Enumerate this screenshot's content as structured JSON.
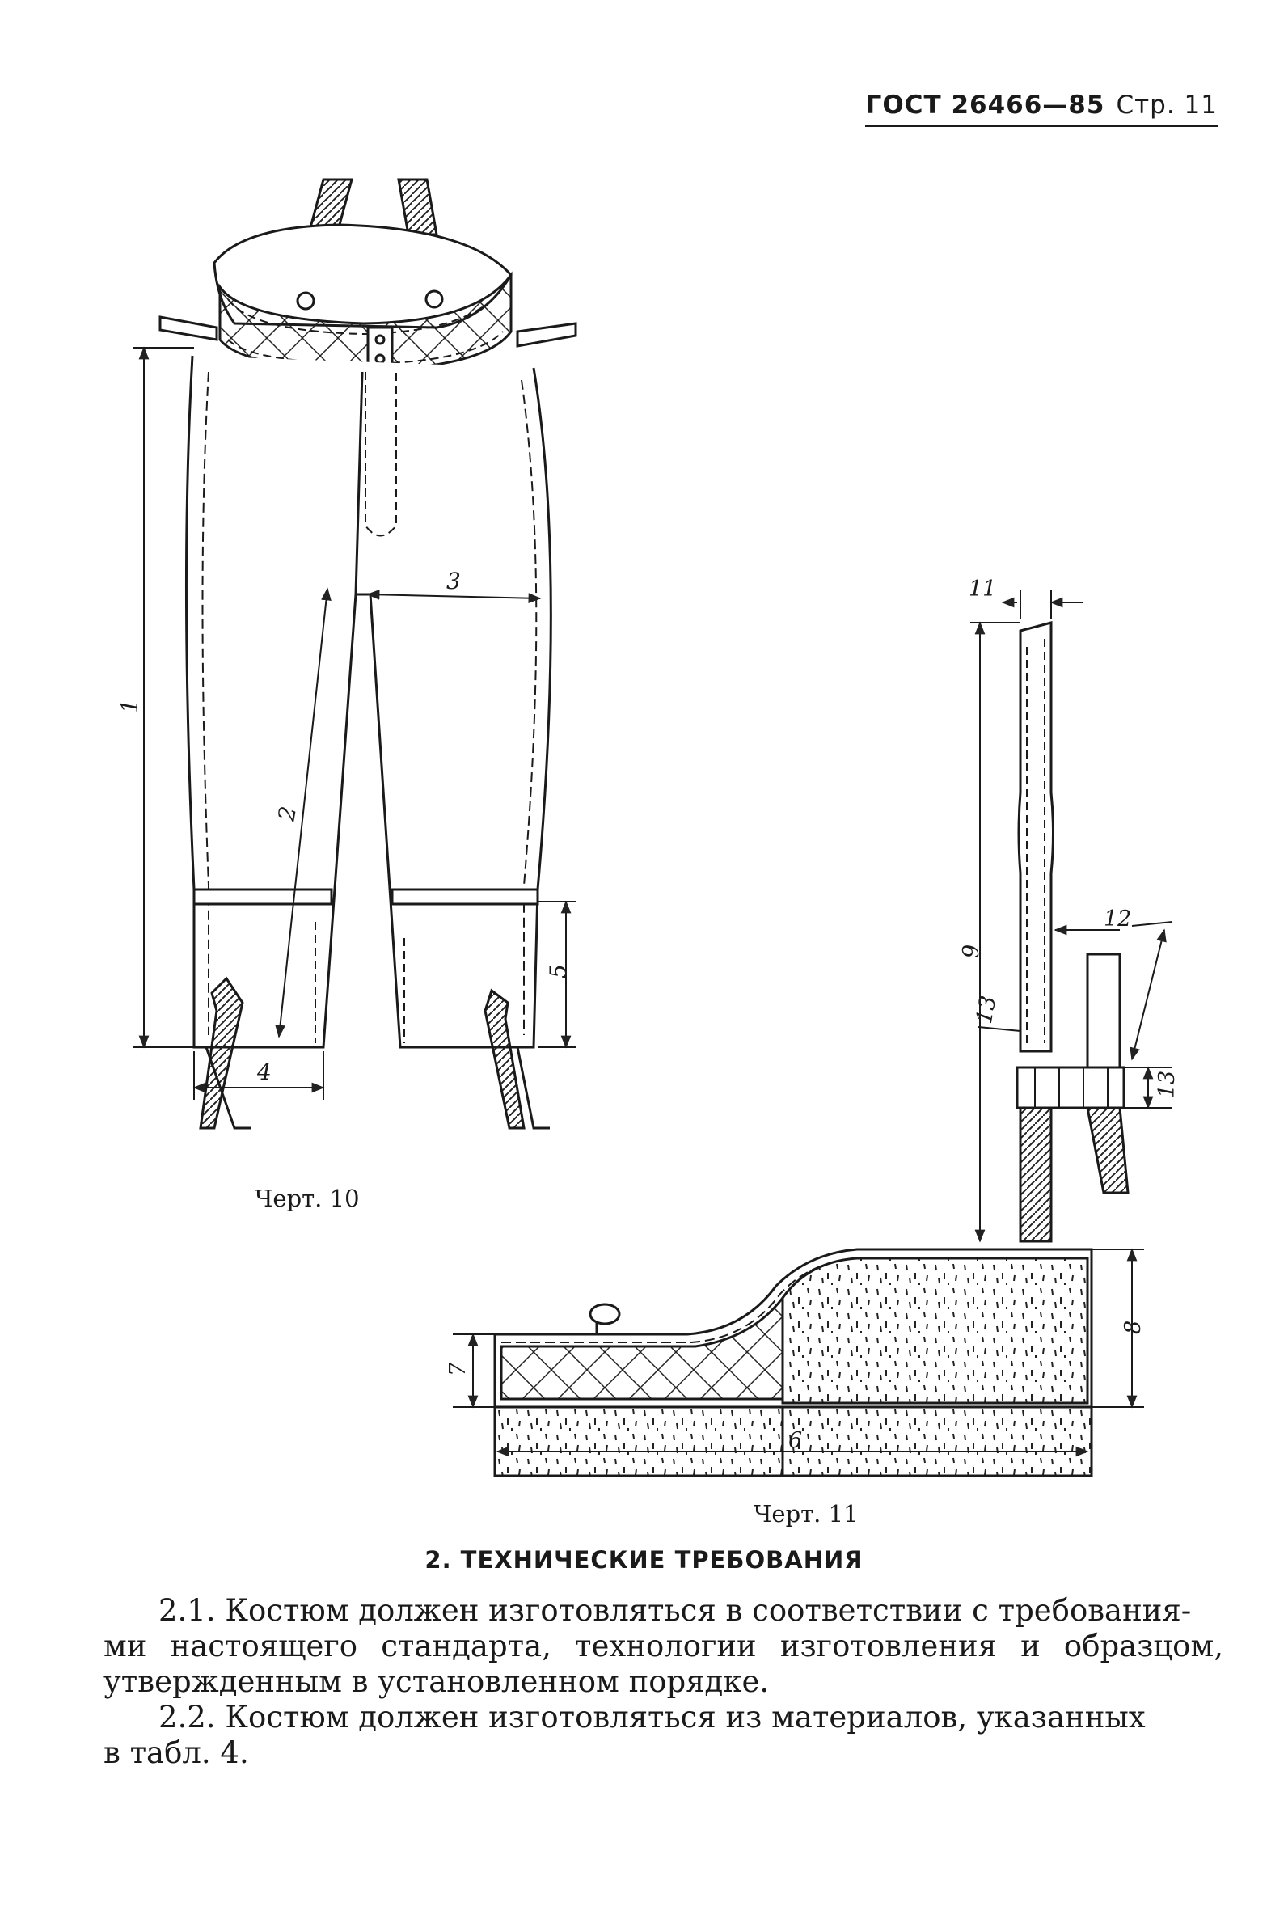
{
  "header": {
    "standard": "ГОСТ 26466—85",
    "page": "Стр. 11"
  },
  "figures": {
    "fig10": {
      "caption": "Черт. 10",
      "dims": {
        "d1": "1",
        "d2": "2",
        "d3": "3",
        "d4": "4",
        "d5": "5"
      }
    },
    "fig11": {
      "caption": "Черт. 11",
      "dims": {
        "d6": "6",
        "d7": "7",
        "d8": "8",
        "d9": "9",
        "d11": "11",
        "d12": "12",
        "d13": "13",
        "d13b": "13"
      }
    }
  },
  "section": {
    "title": "2. ТЕХНИЧЕСКИЕ ТРЕБОВАНИЯ"
  },
  "paragraphs": {
    "p1_line1": "2.1. Костюм должен изготовляться в соответствии с требования-",
    "p1_rest": "ми настоящего стандарта, технологии изготовления и образцом, утвержденным в установленном порядке.",
    "p2_line1": "2.2. Костюм должен изготовляться из материалов, указанных",
    "p2_rest": "в табл. 4."
  }
}
